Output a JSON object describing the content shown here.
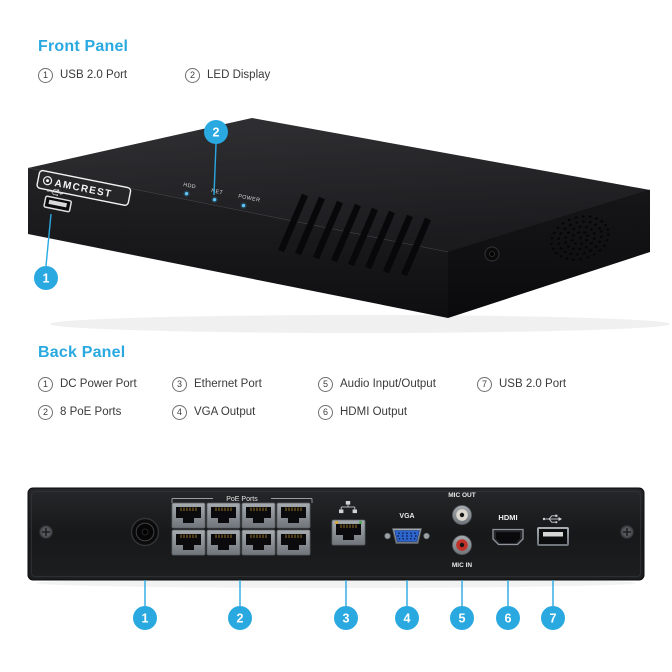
{
  "colors": {
    "accent": "#2AA9E1"
  },
  "front_panel": {
    "title": "Front Panel",
    "legend": [
      {
        "num": "1",
        "label": "USB 2.0 Port"
      },
      {
        "num": "2",
        "label": "LED Display"
      }
    ],
    "device": {
      "brand": "AMCREST",
      "leds": [
        "HDD",
        "NET",
        "POWER"
      ],
      "callouts": {
        "usb": "1",
        "led": "2"
      }
    }
  },
  "back_panel": {
    "title": "Back Panel",
    "legend_row1": [
      {
        "num": "1",
        "label": "DC Power Port"
      },
      {
        "num": "3",
        "label": "Ethernet Port"
      },
      {
        "num": "5",
        "label": "Audio Input/Output"
      },
      {
        "num": "7",
        "label": "USB 2.0 Port"
      }
    ],
    "legend_row2": [
      {
        "num": "2",
        "label": "8 PoE Ports"
      },
      {
        "num": "4",
        "label": "VGA Output"
      },
      {
        "num": "6",
        "label": "HDMI Output"
      }
    ],
    "rear": {
      "poe_label": "PoE Ports",
      "vga_label": "VGA",
      "mic_out_label": "MIC OUT",
      "mic_in_label": "MIC IN",
      "hdmi_label": "HDMI",
      "callouts": [
        "1",
        "2",
        "3",
        "4",
        "5",
        "6",
        "7"
      ]
    }
  }
}
